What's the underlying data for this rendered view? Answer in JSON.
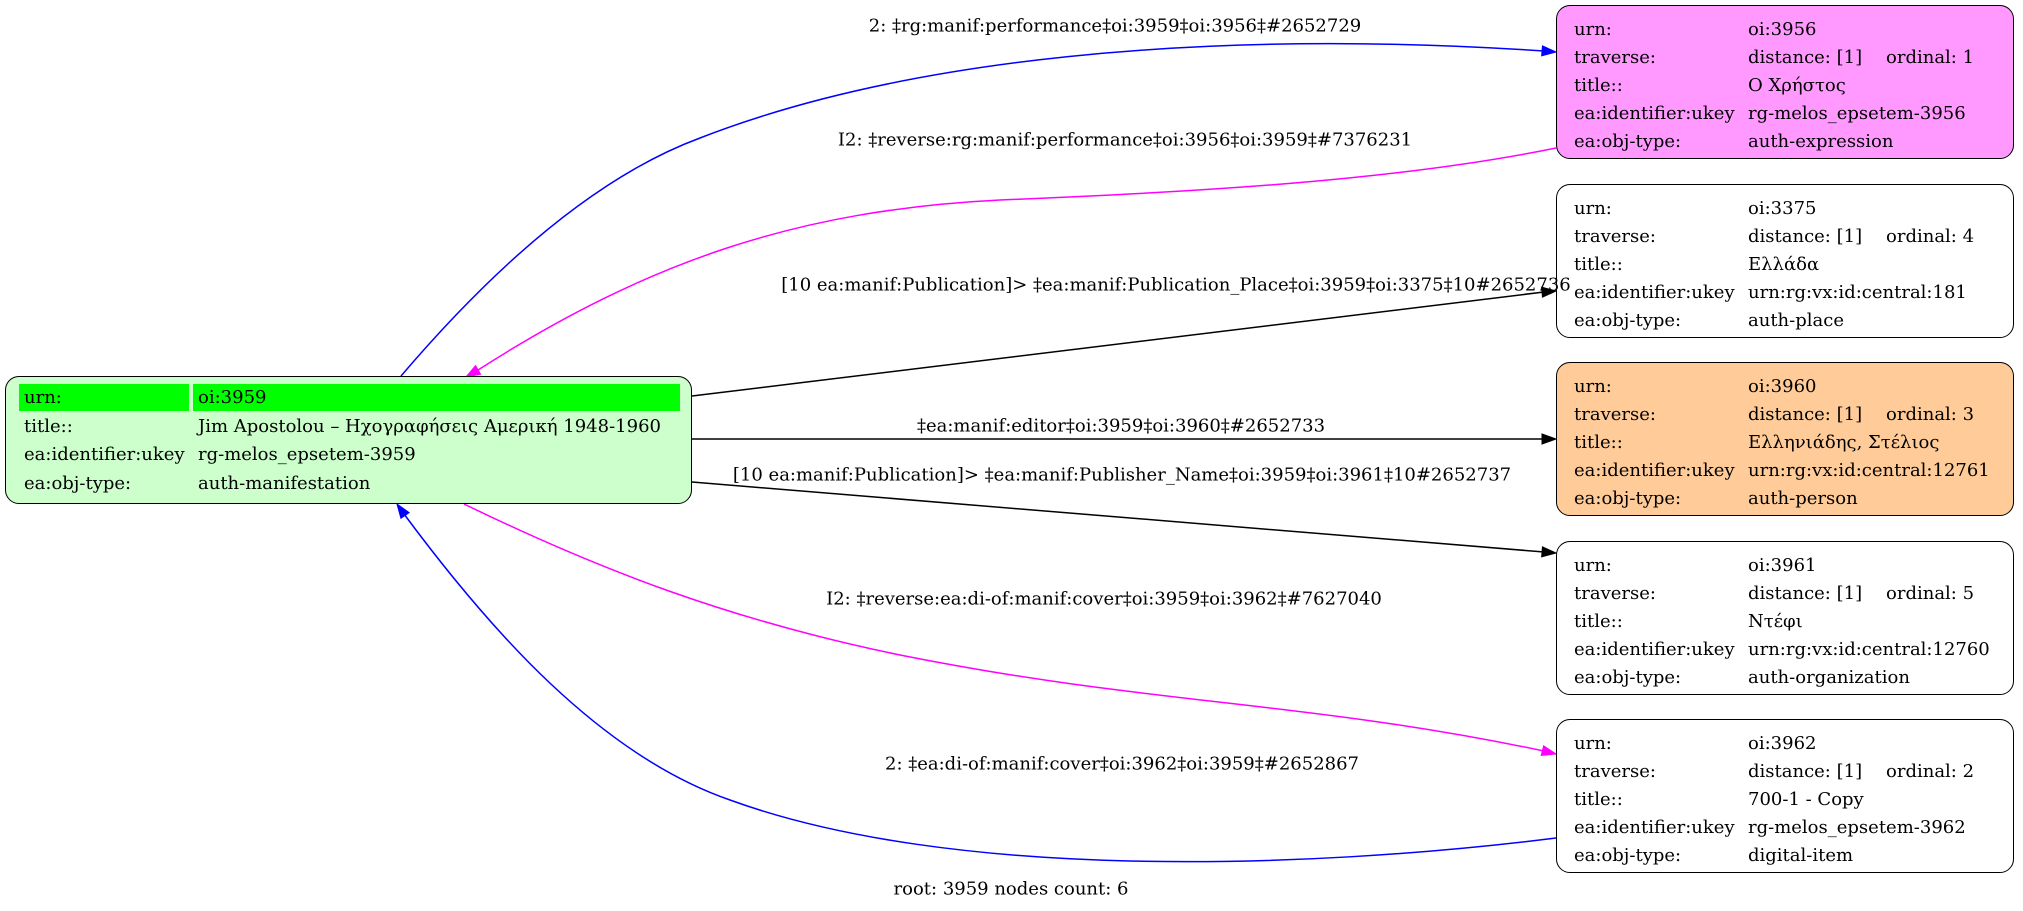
{
  "colors": {
    "main_fill": "#ccffcc",
    "main_highlight": "#00ff00",
    "expression_fill": "#ff99ff",
    "person_fill": "#ffcc99",
    "plain_fill": "#ffffff",
    "blue_edge": "#0000ff",
    "magenta_edge": "#ff00ff",
    "black_edge": "#000000"
  },
  "root_node": {
    "rows": [
      {
        "key": "urn:",
        "value": "oi:3959"
      },
      {
        "key": "title::",
        "value": "Jim Apostolou – Ηχογραφήσεις Αμερική 1948-1960"
      },
      {
        "key": "ea:identifier:ukey",
        "value": "rg-melos_epsetem-3959"
      },
      {
        "key": "ea:obj-type:",
        "value": "auth-manifestation"
      }
    ]
  },
  "nodes": [
    {
      "id": "oi:3956",
      "fill": "#ff99ff",
      "urn": "oi:3956",
      "distance": "distance: [1]",
      "ordinal": "ordinal: 1",
      "title": "Ο Χρήστος",
      "ukey": "rg-melos_epsetem-3956",
      "type": "auth-expression"
    },
    {
      "id": "oi:3375",
      "fill": "#ffffff",
      "urn": "oi:3375",
      "distance": "distance: [1]",
      "ordinal": "ordinal: 4",
      "title": "Ελλάδα",
      "ukey": "urn:rg:vx:id:central:181",
      "type": "auth-place"
    },
    {
      "id": "oi:3960",
      "fill": "#ffcc99",
      "urn": "oi:3960",
      "distance": "distance: [1]",
      "ordinal": "ordinal: 3",
      "title": "Ελληνιάδης, Στέλιος",
      "ukey": "urn:rg:vx:id:central:12761",
      "type": "auth-person"
    },
    {
      "id": "oi:3961",
      "fill": "#ffffff",
      "urn": "oi:3961",
      "distance": "distance: [1]",
      "ordinal": "ordinal: 5",
      "title": "Ντέφι",
      "ukey": "urn:rg:vx:id:central:12760",
      "type": "auth-organization"
    },
    {
      "id": "oi:3962",
      "fill": "#ffffff",
      "urn": "oi:3962",
      "distance": "distance: [1]",
      "ordinal": "ordinal: 2",
      "title": "700-1 - Copy",
      "ukey": "rg-melos_epsetem-3962",
      "type": "digital-item"
    }
  ],
  "field_keys": {
    "urn": "urn:",
    "traverse": "traverse:",
    "title": "title::",
    "ukey": "ea:identifier:ukey",
    "type": "ea:obj-type:"
  },
  "edges": [
    {
      "label": "2: ‡rg:manif:performance‡oi:3959‡oi:3956‡#2652729",
      "color": "#0000ff"
    },
    {
      "label": "I2: ‡reverse:rg:manif:performance‡oi:3956‡oi:3959‡#7376231",
      "color": "#ff00ff"
    },
    {
      "label": "[10 ea:manif:Publication]> ‡ea:manif:Publication_Place‡oi:3959‡oi:3375‡10#2652736",
      "color": "#000000"
    },
    {
      "label": "‡ea:manif:editor‡oi:3959‡oi:3960‡#2652733",
      "color": "#000000"
    },
    {
      "label": "[10 ea:manif:Publication]> ‡ea:manif:Publisher_Name‡oi:3959‡oi:3961‡10#2652737",
      "color": "#000000"
    },
    {
      "label": "I2: ‡reverse:ea:di-of:manif:cover‡oi:3959‡oi:3962‡#7627040",
      "color": "#ff00ff"
    },
    {
      "label": "2: ‡ea:di-of:manif:cover‡oi:3962‡oi:3959‡#2652867",
      "color": "#0000ff"
    }
  ],
  "footer": "root: 3959 nodes count: 6"
}
